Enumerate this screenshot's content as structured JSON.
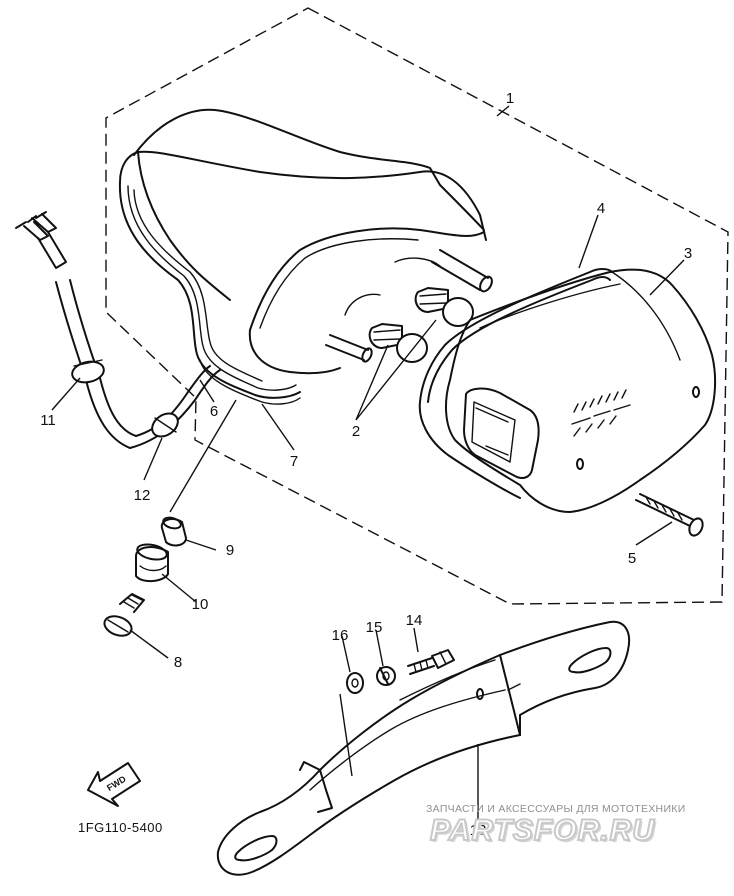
{
  "diagram_code": "1FG110-5400",
  "fwd_arrow_label": "FWD",
  "watermark": {
    "caption": "ЗАПЧАСТИ И АКСЕССУАРЫ ДЛЯ МОТОТЕХНИКИ",
    "logo": "PARTSFOR.RU"
  },
  "callouts": [
    {
      "id": "1",
      "text": "1"
    },
    {
      "id": "2",
      "text": "2"
    },
    {
      "id": "3",
      "text": "3"
    },
    {
      "id": "4",
      "text": "4"
    },
    {
      "id": "5",
      "text": "5"
    },
    {
      "id": "6",
      "text": "6"
    },
    {
      "id": "7",
      "text": "7"
    },
    {
      "id": "8",
      "text": "8"
    },
    {
      "id": "9",
      "text": "9"
    },
    {
      "id": "10",
      "text": "10"
    },
    {
      "id": "11",
      "text": "11"
    },
    {
      "id": "12",
      "text": "12"
    },
    {
      "id": "13",
      "text": "13"
    },
    {
      "id": "14",
      "text": "14"
    },
    {
      "id": "15",
      "text": "15"
    },
    {
      "id": "16",
      "text": "16"
    }
  ]
}
